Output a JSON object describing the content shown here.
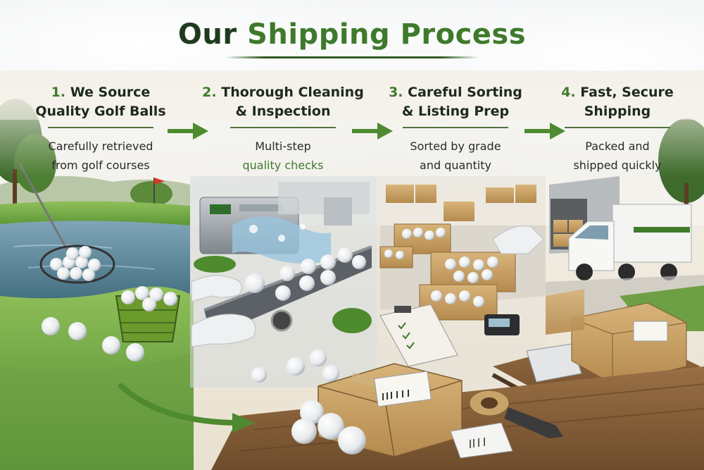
{
  "header": {
    "title_part1": "Our ",
    "title_part2": "Shipping Process"
  },
  "steps": [
    {
      "number": "1.",
      "title_line1": "We Source",
      "title_line2": "Quality Golf Balls",
      "desc_line1": "Carefully retrieved",
      "desc_line2": "from golf courses"
    },
    {
      "number": "2.",
      "title_line1": "Thorough Cleaning",
      "title_line2": "& Inspection",
      "desc_line1": "Multi-step",
      "desc_line2": "quality checks"
    },
    {
      "number": "3.",
      "title_line1": "Careful Sorting",
      "title_line2": "& Listing Prep",
      "desc_line1": "Sorted by grade",
      "desc_line2": "and quantity"
    },
    {
      "number": "4.",
      "title_line1": "Fast, Secure",
      "title_line2": "Shipping",
      "desc_line1": "Packed and",
      "desc_line2": "shipped quickly"
    }
  ],
  "colors": {
    "title_dark": "#1f3b1f",
    "accent_green": "#3f7a2c",
    "arrow_green": "#4e8a2f",
    "cardboard": "#c9a56b"
  },
  "icons": {
    "step_arrow": "right-arrow-icon",
    "flow_arrow": "curved-arrow-icon"
  }
}
